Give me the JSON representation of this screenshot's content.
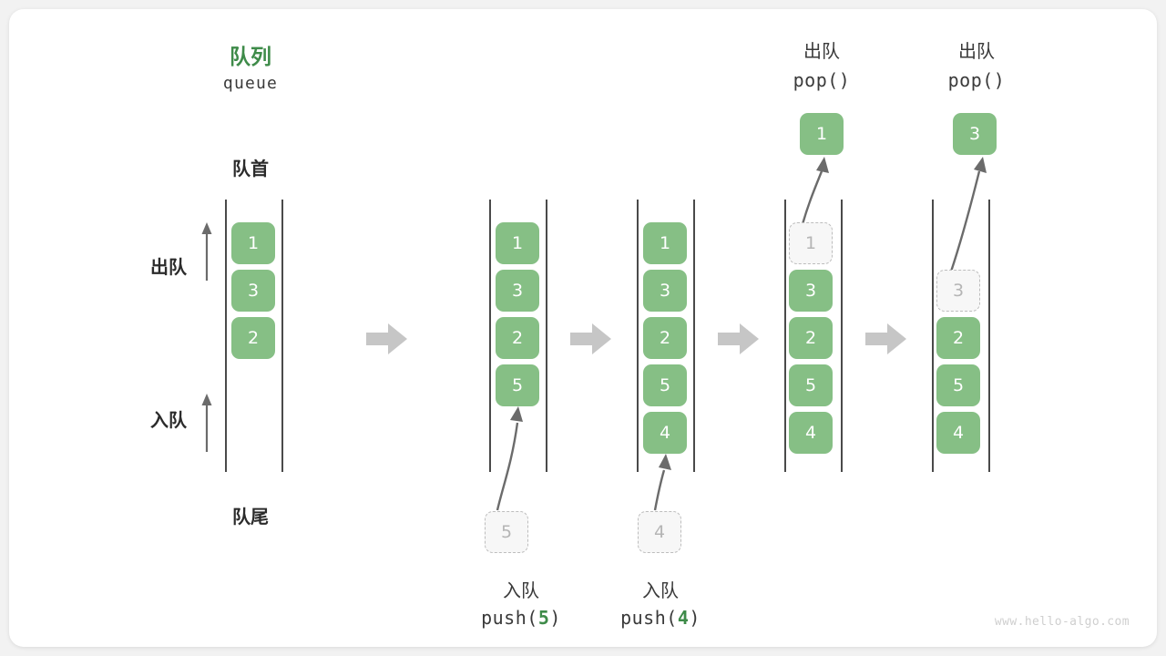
{
  "diagram": {
    "title_cn": "队列",
    "title_code": "queue",
    "front_label": "队首",
    "rear_label": "队尾",
    "dequeue_label": "出队",
    "enqueue_label": "入队",
    "watermark": "www.hello-algo.com",
    "accent_color": "#3e8b49",
    "cell_color": "#86bf85",
    "ghost_color": "#f7f7f7",
    "arrow_color": "#c6c6c6"
  },
  "steps": [
    {
      "id": "initial",
      "caption_cn": "",
      "caption_code": "",
      "cells": [
        {
          "value": "1",
          "slot": 0,
          "state": "filled"
        },
        {
          "value": "3",
          "slot": 1,
          "state": "filled"
        },
        {
          "value": "2",
          "slot": 2,
          "state": "filled"
        }
      ],
      "incoming": null,
      "popped": null
    },
    {
      "id": "push-5",
      "caption_cn": "入队",
      "caption_code": "push(",
      "caption_arg": "5",
      "caption_code_tail": ")",
      "cells": [
        {
          "value": "1",
          "slot": 0,
          "state": "filled"
        },
        {
          "value": "3",
          "slot": 1,
          "state": "filled"
        },
        {
          "value": "2",
          "slot": 2,
          "state": "filled"
        },
        {
          "value": "5",
          "slot": 3,
          "state": "filled"
        }
      ],
      "incoming": {
        "value": "5",
        "state": "ghost"
      },
      "popped": null
    },
    {
      "id": "push-4",
      "caption_cn": "入队",
      "caption_code": "push(",
      "caption_arg": "4",
      "caption_code_tail": ")",
      "cells": [
        {
          "value": "1",
          "slot": 0,
          "state": "filled"
        },
        {
          "value": "3",
          "slot": 1,
          "state": "filled"
        },
        {
          "value": "2",
          "slot": 2,
          "state": "filled"
        },
        {
          "value": "5",
          "slot": 3,
          "state": "filled"
        },
        {
          "value": "4",
          "slot": 4,
          "state": "filled"
        }
      ],
      "incoming": {
        "value": "4",
        "state": "ghost"
      },
      "popped": null
    },
    {
      "id": "pop-1",
      "header_cn": "出队",
      "header_code": "pop()",
      "cells": [
        {
          "value": "1",
          "slot": 0,
          "state": "ghost"
        },
        {
          "value": "3",
          "slot": 1,
          "state": "filled"
        },
        {
          "value": "2",
          "slot": 2,
          "state": "filled"
        },
        {
          "value": "5",
          "slot": 3,
          "state": "filled"
        },
        {
          "value": "4",
          "slot": 4,
          "state": "filled"
        }
      ],
      "incoming": null,
      "popped": {
        "value": "1",
        "state": "filled"
      }
    },
    {
      "id": "pop-3",
      "header_cn": "出队",
      "header_code": "pop()",
      "cells": [
        {
          "value": "3",
          "slot": 1,
          "state": "ghost"
        },
        {
          "value": "2",
          "slot": 2,
          "state": "filled"
        },
        {
          "value": "5",
          "slot": 3,
          "state": "filled"
        },
        {
          "value": "4",
          "slot": 4,
          "state": "filled"
        }
      ],
      "incoming": null,
      "popped": {
        "value": "3",
        "state": "filled"
      }
    }
  ],
  "separators": [
    {
      "index": 0
    },
    {
      "index": 1
    },
    {
      "index": 2
    },
    {
      "index": 3
    }
  ]
}
